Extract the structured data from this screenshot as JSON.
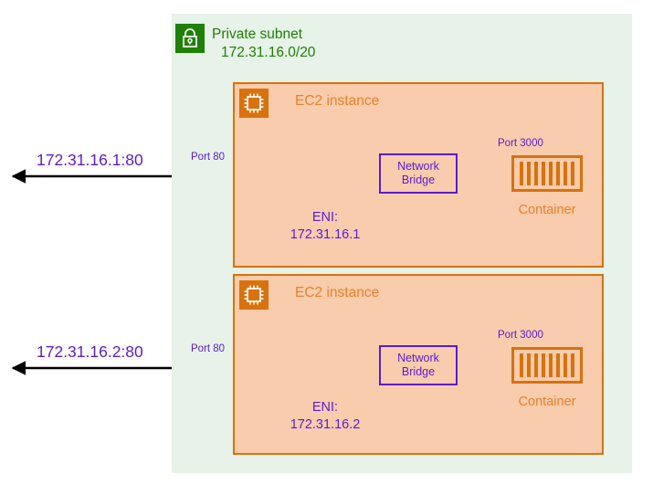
{
  "diagram": {
    "subnet": {
      "icon": "lock-icon",
      "title": "Private subnet",
      "cidr": "172.31.16.0/20",
      "color": "#1d8102",
      "fill": "#e7f2e8"
    },
    "colors": {
      "subnet_green": "#1d8102",
      "subnet_fill": "#e7f2e8",
      "ec2_orange": "#d9720b",
      "ec2_title_orange": "#e8822a",
      "ec2_fill": "#f8ccac",
      "purple": "#5b1bd4",
      "arrow_black": "#000000"
    },
    "instances": [
      {
        "icon": "cpu-chip-icon",
        "title": "EC2 instance",
        "external_endpoint": "172.31.16.1:80",
        "host_port_label": "Port 80",
        "eni": {
          "icon": "network-interface-card-icon",
          "label_line1": "ENI:",
          "label_line2": "172.31.16.1"
        },
        "bridge": {
          "label_line1": "Network",
          "label_line2": "Bridge"
        },
        "container": {
          "icon": "shipping-container-icon",
          "label": "Container",
          "port_label": "Port 3000",
          "slats": 8
        }
      },
      {
        "icon": "cpu-chip-icon",
        "title": "EC2 instance",
        "external_endpoint": "172.31.16.2:80",
        "host_port_label": "Port 80",
        "eni": {
          "icon": "network-interface-card-icon",
          "label_line1": "ENI:",
          "label_line2": "172.31.16.2"
        },
        "bridge": {
          "label_line1": "Network",
          "label_line2": "Bridge"
        },
        "container": {
          "icon": "shipping-container-icon",
          "label": "Container",
          "port_label": "Port 3000",
          "slats": 8
        }
      }
    ]
  }
}
